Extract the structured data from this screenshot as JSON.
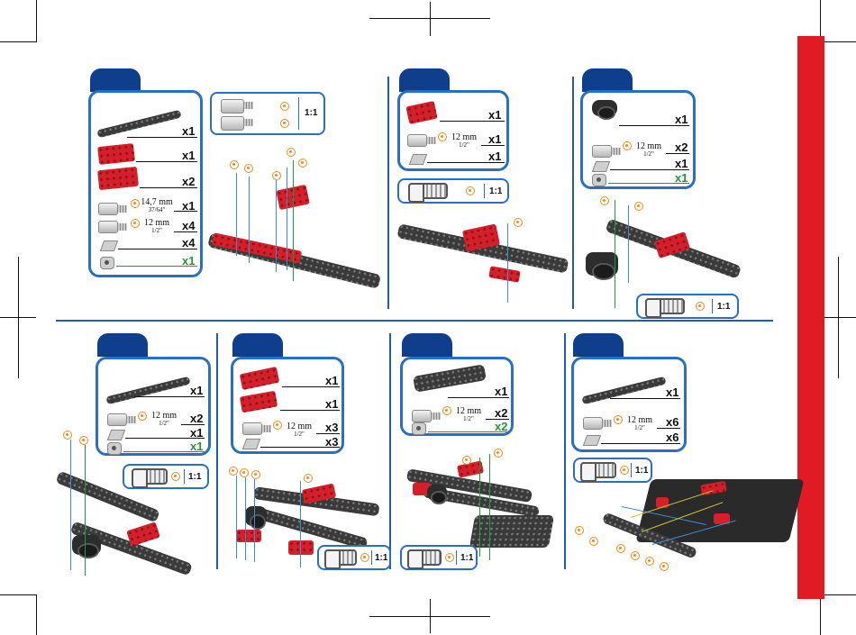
{
  "steps": {
    "s1": {
      "quantities": [
        "x1",
        "x1",
        "x2",
        "x1",
        "x4",
        "x4",
        "x1"
      ],
      "sizes": [
        {
          "mm": "14,7 mm",
          "inch": "37/64\""
        },
        {
          "mm": "12 mm",
          "inch": "1/2\""
        }
      ],
      "scale": "1:1"
    },
    "s2": {
      "quantities": [
        "x1",
        "x1",
        "x1"
      ],
      "sizes": [
        {
          "mm": "12 mm",
          "inch": "1/2\""
        }
      ],
      "scale": "1:1"
    },
    "s3": {
      "quantities": [
        "x1",
        "x2",
        "x1",
        "x1"
      ],
      "sizes": [
        {
          "mm": "12 mm",
          "inch": "1/2\""
        }
      ],
      "scale": "1:1"
    },
    "s4": {
      "quantities": [
        "x1",
        "x2",
        "x1",
        "x1"
      ],
      "sizes": [
        {
          "mm": "12 mm",
          "inch": "1/2\""
        }
      ],
      "scale": "1:1"
    },
    "s5": {
      "quantities": [
        "x1",
        "x1",
        "x3",
        "x3"
      ],
      "sizes": [
        {
          "mm": "12 mm",
          "inch": "1/2\""
        }
      ],
      "scale": "1:1"
    },
    "s6": {
      "quantities": [
        "x1",
        "x2",
        "x2"
      ],
      "sizes": [
        {
          "mm": "12 mm",
          "inch": "1/2\""
        }
      ],
      "scale": "1:1"
    },
    "s7": {
      "quantities": [
        "x1",
        "x6",
        "x6"
      ],
      "sizes": [
        {
          "mm": "12 mm",
          "inch": "1/2\""
        }
      ],
      "scale": "1:1"
    }
  },
  "colors": {
    "accent": "#1f5ea8",
    "tab": "#0f3e8c",
    "sidebar": "#e01b24",
    "part_red": "#d3202a",
    "green": "#1d9b3a",
    "orange": "#f08a1c"
  }
}
